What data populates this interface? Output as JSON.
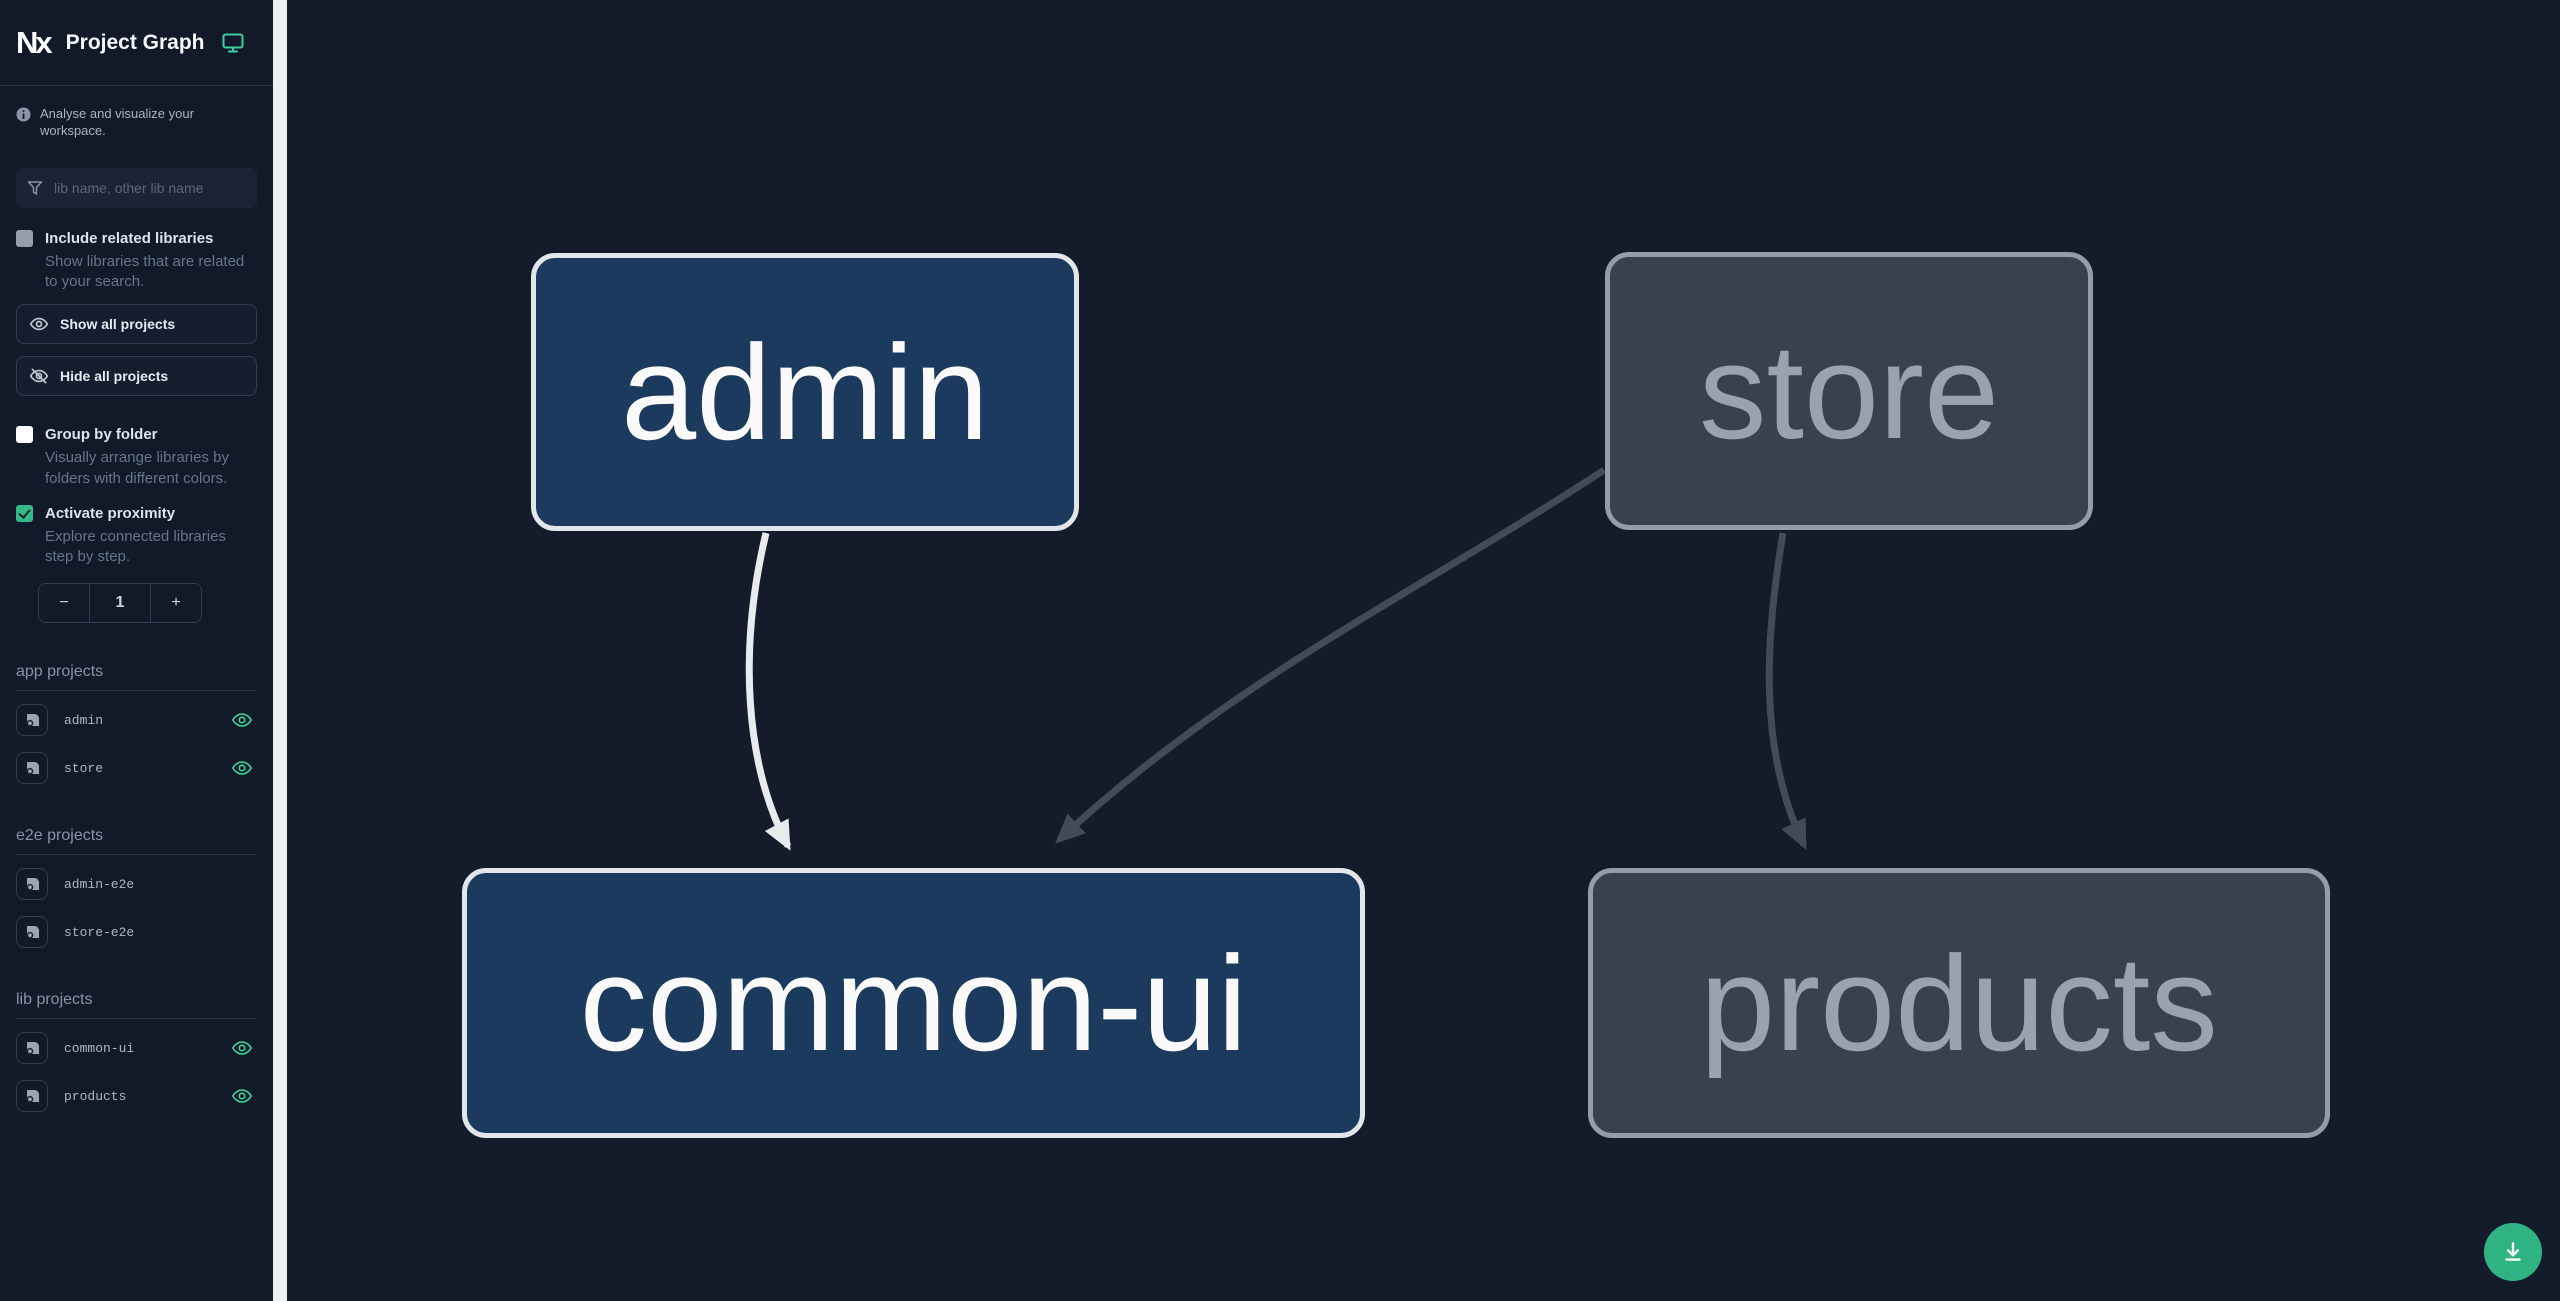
{
  "header": {
    "logo": "Nx",
    "title": "Project Graph"
  },
  "info": {
    "text": "Analyse and visualize your workspace."
  },
  "filter": {
    "placeholder": "lib name, other lib name"
  },
  "controls": {
    "include_related": {
      "label": "Include related libraries",
      "description": "Show libraries that are related to your search.",
      "checked": false
    },
    "show_all": {
      "label": "Show all projects"
    },
    "hide_all": {
      "label": "Hide all projects"
    },
    "group_by_folder": {
      "label": "Group by folder",
      "description": "Visually arrange libraries by folders with different colors.",
      "checked": false
    },
    "proximity": {
      "label": "Activate proximity",
      "description": "Explore connected libraries step by step.",
      "checked": true,
      "stepper": {
        "decrement": "−",
        "value": "1",
        "increment": "+"
      }
    }
  },
  "sections": [
    {
      "title": "app projects",
      "items": [
        {
          "name": "admin",
          "visible": true
        },
        {
          "name": "store",
          "visible": true
        }
      ]
    },
    {
      "title": "e2e projects",
      "items": [
        {
          "name": "admin-e2e"
        },
        {
          "name": "store-e2e"
        }
      ]
    },
    {
      "title": "lib projects",
      "items": [
        {
          "name": "common-ui",
          "visible": true
        },
        {
          "name": "products",
          "visible": true
        }
      ]
    }
  ],
  "graph": {
    "nodes": [
      {
        "id": "admin",
        "label": "admin",
        "state": "focused"
      },
      {
        "id": "store",
        "label": "store",
        "state": "unfocused"
      },
      {
        "id": "common-ui",
        "label": "common-ui",
        "state": "focused"
      },
      {
        "id": "products",
        "label": "products",
        "state": "unfocused"
      }
    ],
    "edges": [
      {
        "source": "admin",
        "target": "common-ui",
        "highlighted": true
      },
      {
        "source": "store",
        "target": "common-ui",
        "highlighted": false
      },
      {
        "source": "store",
        "target": "products",
        "highlighted": false
      }
    ]
  },
  "colors": {
    "accent_green": "#2fb383",
    "eye_green": "#3ed18f",
    "proximity_checkbox": "#36b98a",
    "focused_node_fill": "#1c3a5e",
    "focused_node_border": "#e2e6ea",
    "unfocused_node_fill": "#3a414e",
    "unfocused_node_border": "#959ca7",
    "edge_light": "#e8ebee",
    "edge_dark": "#434b59"
  }
}
